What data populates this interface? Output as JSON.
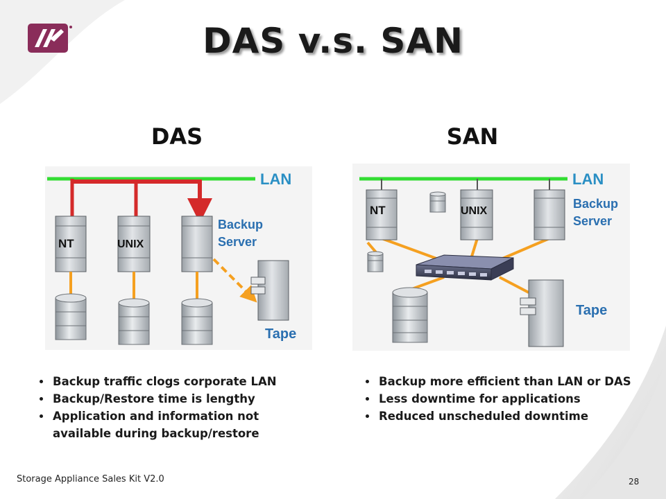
{
  "slide": {
    "title": "DAS v.s. SAN",
    "footer": "Storage Appliance Sales Kit V2.0",
    "page_number": "28"
  },
  "das": {
    "heading": "DAS",
    "diagram": {
      "network_label": "LAN",
      "servers": [
        "NT",
        "UNIX"
      ],
      "backup_server_label": [
        "Backup",
        "Server"
      ],
      "tape_label": "Tape"
    },
    "bullets": [
      "Backup traffic clogs corporate LAN",
      "Backup/Restore time is lengthy",
      "Application and information not available during backup/restore"
    ]
  },
  "san": {
    "heading": "SAN",
    "diagram": {
      "network_label": "LAN",
      "servers": [
        "NT",
        "UNIX"
      ],
      "backup_server_label": [
        "Backup",
        "Server"
      ],
      "tape_label": "Tape"
    },
    "bullets": [
      "Backup more efficient than LAN or DAS",
      "Less downtime for applications",
      "Reduced unscheduled downtime"
    ]
  },
  "colors": {
    "lan_line": "#33dd33",
    "backup_traffic": "#d42a2a",
    "storage_link": "#f5a020",
    "logo": "#8a2d5a"
  }
}
